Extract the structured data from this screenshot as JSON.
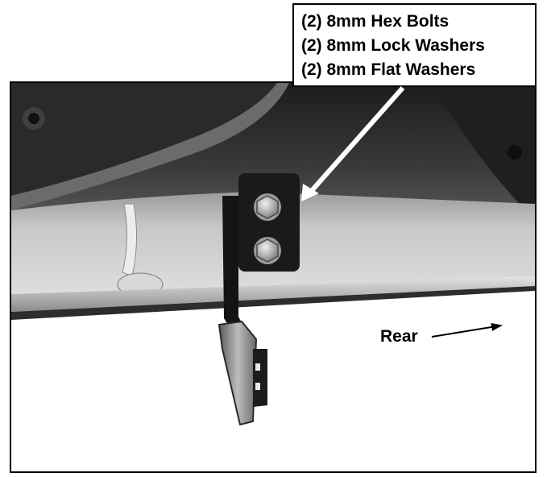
{
  "callout": {
    "lines": [
      "(2) 8mm Hex Bolts",
      "(2) 8mm Lock Washers",
      "(2) 8mm Flat Washers"
    ]
  },
  "direction_label": "Rear",
  "photo": {
    "description_icon": "underbody-bracket-photo",
    "palette": {
      "panel_dark": "#2b2b2b",
      "panel_light": "#c9c9c9",
      "bracket": "#1a1a1a",
      "background": "#ffffff"
    }
  }
}
